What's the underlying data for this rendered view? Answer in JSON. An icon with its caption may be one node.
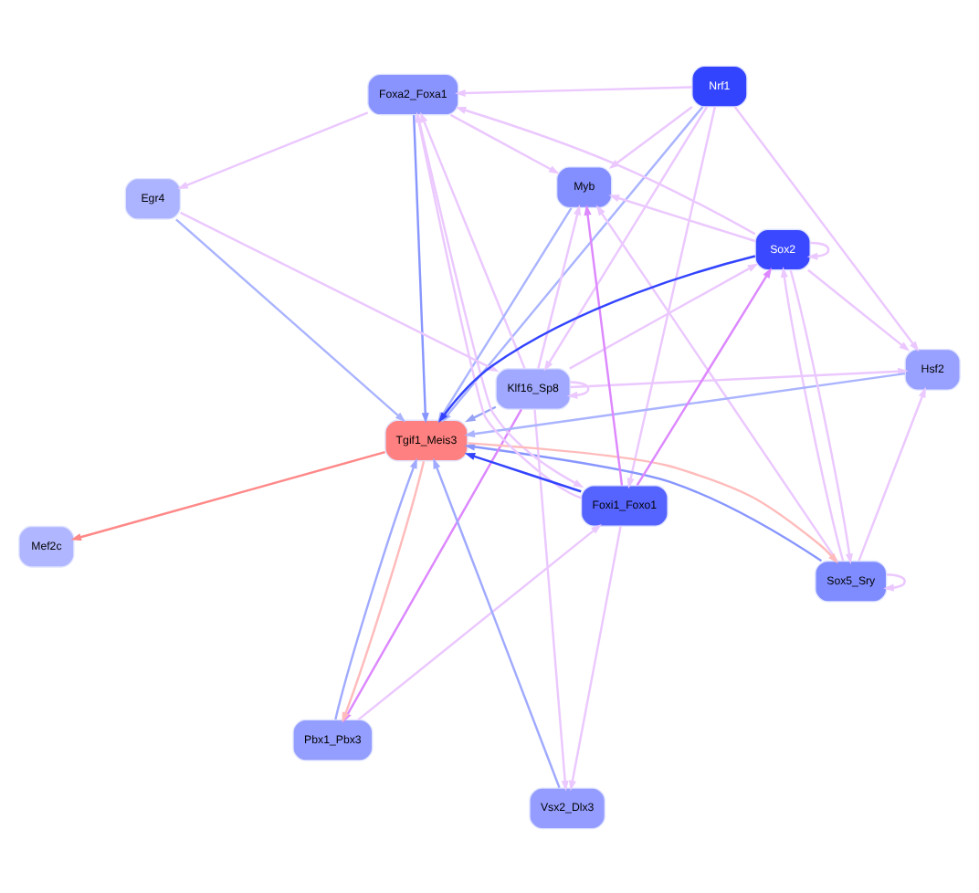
{
  "diagram": {
    "nodes": [
      {
        "text": [
          "Nrf1"
        ]
      },
      {
        "text": [
          "Sox5_Sry"
        ]
      },
      {
        "text": [
          "Klf16_Sp8"
        ]
      },
      {
        "text": [
          "Mef2c"
        ]
      },
      {
        "text": [
          "Foxa2_Foxa1"
        ]
      },
      {
        "text": [
          "Pbx1_Pbx3"
        ]
      },
      {
        "text": [
          "Tgif1_Meis3"
        ]
      },
      {
        "text": [
          "Myb"
        ]
      },
      {
        "text": [
          "Egr4"
        ]
      },
      {
        "text": [
          "Hsf2"
        ]
      },
      {
        "text": [
          "Foxi1_Foxo1"
        ]
      },
      {
        "text": [
          "Sox2"
        ]
      },
      {
        "text": [
          "Vsx2_Dlx3"
        ]
      }
    ],
    "edges": [
      {
        "from": 0,
        "to": 2,
        "arrow": "to"
      },
      {
        "from": 0,
        "to": 6,
        "arrow": "to",
        "color": "#aab4ff"
      },
      {
        "from": 0,
        "to": 7,
        "arrow": "to"
      },
      {
        "from": 0,
        "to": 9,
        "arrow": "to"
      },
      {
        "from": 0,
        "to": 4,
        "arrow": "to"
      },
      {
        "from": 1,
        "to": 1,
        "arrow": "to"
      },
      {
        "from": 1,
        "to": 6,
        "arrow": "to",
        "color": "#8896ff"
      },
      {
        "from": 6,
        "to": 1,
        "arrow": "to",
        "color": "#ffbbbb"
      },
      {
        "from": 1,
        "to": 11,
        "arrow": "to"
      },
      {
        "from": 11,
        "to": 1,
        "arrow": "to"
      },
      {
        "from": 1,
        "to": 7,
        "arrow": "to"
      },
      {
        "from": 1,
        "to": 9,
        "arrow": "to"
      },
      {
        "from": 2,
        "to": 2,
        "arrow": "to"
      },
      {
        "from": 2,
        "to": 4,
        "arrow": "to"
      },
      {
        "from": 2,
        "to": 7,
        "arrow": "to"
      },
      {
        "from": 2,
        "to": 9,
        "arrow": "to"
      },
      {
        "from": 2,
        "to": 11,
        "arrow": "to"
      },
      {
        "from": 2,
        "to": 6,
        "arrow": "to",
        "color": "#97a3f5"
      },
      {
        "from": 2,
        "to": 5,
        "arrow": "to",
        "color": "#dd88ff"
      },
      {
        "from": 2,
        "to": 12,
        "arrow": "to"
      },
      {
        "from": 0,
        "to": 10,
        "arrow": "to"
      },
      {
        "from": 6,
        "to": 3,
        "arrow": "to",
        "color": "#ff8888"
      },
      {
        "from": 4,
        "to": 6,
        "arrow": "to",
        "color": "#8896ff"
      },
      {
        "from": 4,
        "to": 7,
        "arrow": "to"
      },
      {
        "from": 4,
        "to": 8,
        "arrow": "to"
      },
      {
        "from": 4,
        "to": 10,
        "arrow": "to"
      },
      {
        "from": 5,
        "to": 6,
        "arrow": "to",
        "color": "#a0aaff"
      },
      {
        "from": 6,
        "to": 5,
        "arrow": "to",
        "color": "#ffbbbb"
      },
      {
        "from": 5,
        "to": 10,
        "arrow": "to"
      },
      {
        "from": 7,
        "to": 6,
        "arrow": "to",
        "color": "#aab4ff"
      },
      {
        "from": 8,
        "to": 6,
        "arrow": "to",
        "color": "#aab4ff"
      },
      {
        "from": 8,
        "to": 2,
        "arrow": "to"
      },
      {
        "from": 9,
        "to": 6,
        "arrow": "to",
        "color": "#aab4ff"
      },
      {
        "from": 10,
        "to": 6,
        "arrow": "to",
        "color": "#3344ff"
      },
      {
        "from": 10,
        "to": 7,
        "arrow": "to",
        "color": "#dd88ff"
      },
      {
        "from": 10,
        "to": 11,
        "arrow": "to",
        "color": "#dd88ff"
      },
      {
        "from": 10,
        "to": 12,
        "arrow": "to"
      },
      {
        "from": 10,
        "to": 4,
        "arrow": "to"
      },
      {
        "from": 11,
        "to": 6,
        "arrow": "to",
        "color": "#3344ff"
      },
      {
        "from": 11,
        "to": 11,
        "arrow": "to"
      },
      {
        "from": 11,
        "to": 9,
        "arrow": "to"
      },
      {
        "from": 11,
        "to": 7,
        "arrow": "to"
      },
      {
        "from": 11,
        "to": 4,
        "arrow": "to"
      },
      {
        "from": 12,
        "to": 6,
        "arrow": "to",
        "color": "#a0aaff"
      }
    ]
  }
}
